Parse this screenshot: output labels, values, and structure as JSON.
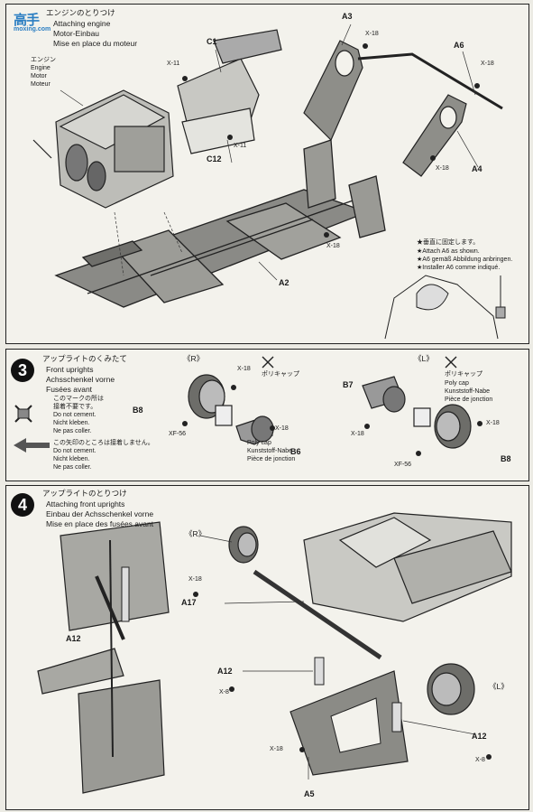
{
  "watermark": {
    "main": "高手",
    "sub": "moxing.com"
  },
  "step2": {
    "title_jp": "エンジンのとりつけ",
    "title_en": "Attaching engine",
    "title_de": "Motor-Einbau",
    "title_fr": "Mise en place du moteur",
    "engine_jp": "エンジン",
    "engine_en": "Engine",
    "engine_de": "Motor",
    "engine_fr": "Moteur",
    "parts": {
      "c1": "C1",
      "c12": "C12",
      "a3": "A3",
      "a6": "A6",
      "a4": "A4",
      "a2": "A2"
    },
    "screws": {
      "x11a": "X-11",
      "x11b": "X-11",
      "x18a": "X-18",
      "x18b": "X-18",
      "x18c": "X-18",
      "x18d": "X-18"
    },
    "note_jp": "★垂直に固定します。",
    "note_en": "★Attach A6 as shown.",
    "note_de": "★A6 gemäß Abbildung anbringen.",
    "note_fr": "★Installer A6 comme indiqué."
  },
  "step3": {
    "number": "3",
    "title_jp": "アップライトのくみたて",
    "title_en": "Front uprights",
    "title_de": "Achsschenkel vorne",
    "title_fr": "Fusées avant",
    "nocement_jp1": "このマークの所は",
    "nocement_jp2": "接着不要です。",
    "nocement_en": "Do not cement.",
    "nocement_de": "Nicht kleben.",
    "nocement_fr": "Ne pas coller.",
    "arrow_jp": "この矢印のところは接着しません。",
    "arrow_en": "Do not cement.",
    "arrow_de": "Nicht kleben.",
    "arrow_fr": "Ne pas coller.",
    "right_label": "《R》",
    "left_label": "《L》",
    "polycap_jp": "ポリキャップ",
    "polycap_en": "Poly cap",
    "polycap_de": "Kunststoff-Nabe",
    "polycap_fr": "Pièce de jonction",
    "parts": {
      "b8r": "B8",
      "b6": "B6",
      "b7": "B7",
      "b8l": "B8"
    },
    "screws": {
      "x18a": "X-18",
      "x18b": "X-18",
      "xf56a": "XF-56",
      "x18c": "X-18",
      "x18d": "X-18",
      "xf56b": "XF-56"
    }
  },
  "step4": {
    "number": "4",
    "title_jp": "アップライトのとりつけ",
    "title_en": "Attaching front uprights",
    "title_de": "Einbau der Achsschenkel vorne",
    "title_fr": "Mise en place des fusées avant",
    "right_label": "《R》",
    "left_label": "《L》",
    "parts": {
      "a17": "A17",
      "a12a": "A12",
      "a12b": "A12",
      "a12c": "A12",
      "a5": "A5"
    },
    "screws": {
      "x18a": "X-18",
      "x8a": "X-8",
      "x18b": "X-18",
      "x8b": "X-8"
    }
  }
}
